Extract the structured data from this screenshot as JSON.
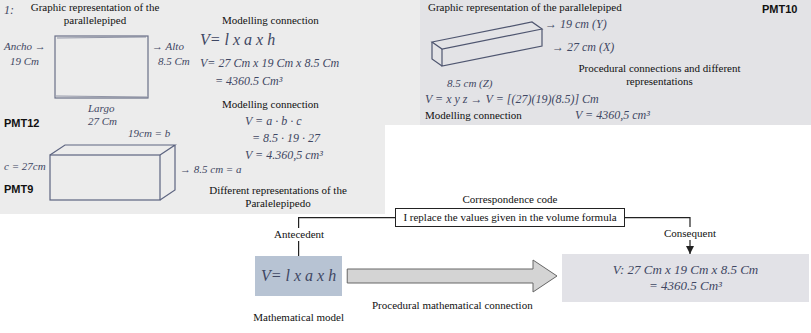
{
  "diagram": {
    "nodes": [
      {
        "text": [
          "Correspondence code",
          "I replace the values given in the volume formula"
        ]
      },
      {
        "text": [
          "V= l x a x h",
          "Mathematical model"
        ]
      },
      {
        "text": [
          "V: 27 Cm x 19 Cm x 8.5 Cm",
          "= 4360.5 Cm³"
        ]
      }
    ],
    "edges": [
      {
        "from": 0,
        "to": 1,
        "arrow": "none",
        "label": "Antecedent"
      },
      {
        "from": 0,
        "to": 2,
        "arrow": "to",
        "label": "Consequent"
      },
      {
        "from": 1,
        "to": 2,
        "arrow": "to",
        "label": "Procedural mathematical connection"
      }
    ],
    "labels": [
      "1:",
      "Graphic representation of the parallelepiped",
      "Ancho →",
      "19 Cm",
      "→ Alto",
      "8.5 Cm",
      "Largo",
      "27 Cm",
      "PMT12",
      "Modelling connection",
      "V= l x a x h",
      "V= 27 Cm x 19 Cm x 8.5 Cm",
      "= 4360.5 Cm³",
      "Modelling connection",
      "V = a · b · c",
      "= 8.5 · 19 · 27",
      "V = 4.360,5 cm³",
      "19cm = b",
      "c = 27cm",
      "→ 8.5 cm = a",
      "PMT9",
      "Different representations of the Paralelepipedo",
      "Graphic representation of the parallelepiped",
      "PMT10",
      "→ 19 cm (Y)",
      "→ 27 cm (X)",
      "Procedural connections and different representations",
      "8.5 cm (Z)",
      "V = x y z → V = [(27)(19)(8.5)] Cm",
      "Modelling connection",
      "V = 4360,5 cm³"
    ]
  }
}
